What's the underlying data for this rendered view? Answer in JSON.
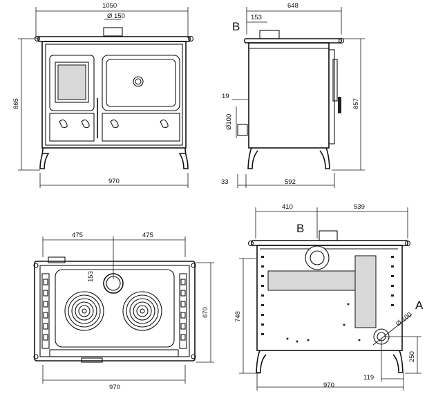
{
  "views": {
    "front": {
      "width": "1050",
      "flue": "Ø 150",
      "height": "865",
      "base": "970"
    },
    "side": {
      "label_b": "B",
      "depth": "648",
      "flue_offset": "153",
      "top_gap": "19",
      "pipe": "Ø100",
      "height": "857",
      "foot": "33",
      "base": "592"
    },
    "top": {
      "half_left": "475",
      "half_right": "475",
      "flue_offset": "153",
      "depth": "670",
      "base": "970"
    },
    "rear": {
      "left": "410",
      "right": "539",
      "label_b": "B",
      "label_a": "A",
      "pipe": "Ø 100",
      "height": "748",
      "a_height": "250",
      "a_offset": "119",
      "base": "970"
    }
  }
}
